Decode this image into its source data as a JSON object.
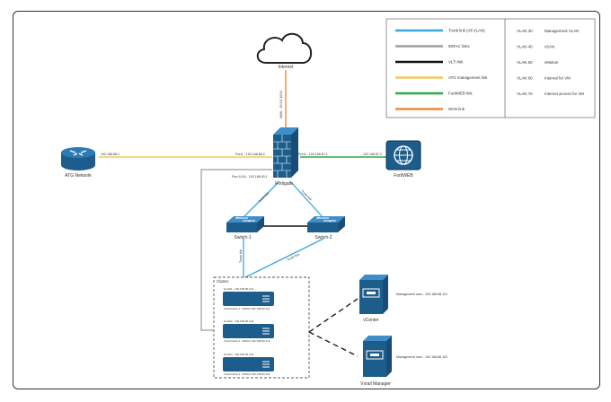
{
  "legend": {
    "links": [
      {
        "label": "Trunk link (All VLAN)",
        "color": "#3aa8dc"
      },
      {
        "label": "IDRAC links",
        "color": "#9e9e9e"
      },
      {
        "label": "VLTi link",
        "color": "#111111"
      },
      {
        "label": "ATG management link",
        "color": "#f5c95a"
      },
      {
        "label": "FortiWEB link",
        "color": "#2eaa4a"
      },
      {
        "label": "WAN link",
        "color": "#f08a3c"
      }
    ],
    "vlans": [
      {
        "id": "VLAN 30",
        "name": "Management VLAN"
      },
      {
        "id": "VLAN 40",
        "name": "vSAN"
      },
      {
        "id": "VLAN 50",
        "name": "vMotion"
      },
      {
        "id": "VLAN 60",
        "name": "Internal for VM"
      },
      {
        "id": "VLAN 70",
        "name": "Internet access for VM"
      }
    ]
  },
  "nodes": {
    "internet": {
      "label": "Internet"
    },
    "atg": {
      "label": "ATG Network",
      "ip": "192.168.88.1"
    },
    "fortigate": {
      "label": "Fortigate",
      "port1": "Port1 - 192.168.88.2",
      "port2": "Port2 - 192.168.87.1",
      "port4": "Port 4,5,6 - 192.168.90.1",
      "wan": "WAN - 10.0.0.10/24"
    },
    "fortiweb": {
      "label": "FortiWEB",
      "ip": "192.168.87.2"
    },
    "switch1": {
      "label": "Switch-1"
    },
    "switch2": {
      "label": "Switch-2"
    },
    "cluster": {
      "label": "Cluster",
      "servers": [
        {
          "top": "Host01 - 192.168.90.101",
          "bottom": "Vxrail Node 1 - IDRAC 192.168.90.111"
        },
        {
          "top": "Host02 - 192.168.90.102",
          "bottom": "Vxrail Node 2 - IDRAC 192.168.90.112"
        },
        {
          "top": "Host03 - 192.168.90.103",
          "bottom": "Vxrail Node 3 - IDRAC 192.168.90.113"
        }
      ]
    },
    "vcenter": {
      "label": "vCenter",
      "mgmt": "Management user - 192.168.88.101"
    },
    "vxrail_manager": {
      "label": "Vxrail Manager",
      "mgmt": "Management user - 192.168.88.102"
    }
  },
  "link_labels": {
    "sw1_fg": "Trunk link",
    "sw2_fg": "Trunk link",
    "sw1_cluster": "Trunk link",
    "sw2_cluster": "Trunk link"
  }
}
